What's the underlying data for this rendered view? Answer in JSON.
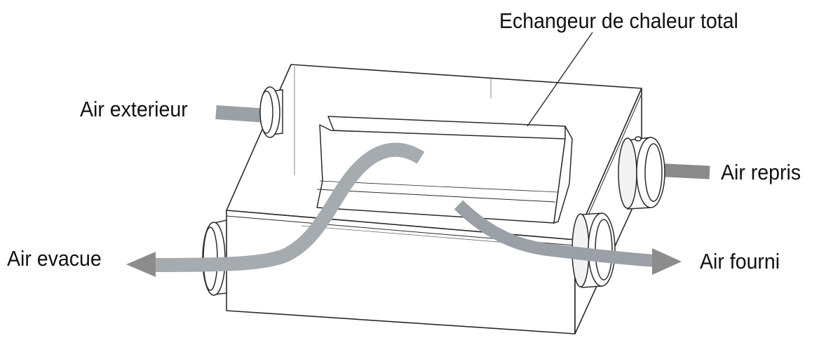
{
  "labels": {
    "exchanger": "Echangeur de chaleur total",
    "outdoor_air": "Air exterieur",
    "return_air": "Air repris",
    "exhaust_air": "Air evacue",
    "supply_air": "Air fourni"
  },
  "colors": {
    "outline": "#2b2b2b",
    "airflow": "#8c8c8c",
    "airflow_light": "#a3a8ad",
    "text": "#111111",
    "background": "#ffffff"
  }
}
